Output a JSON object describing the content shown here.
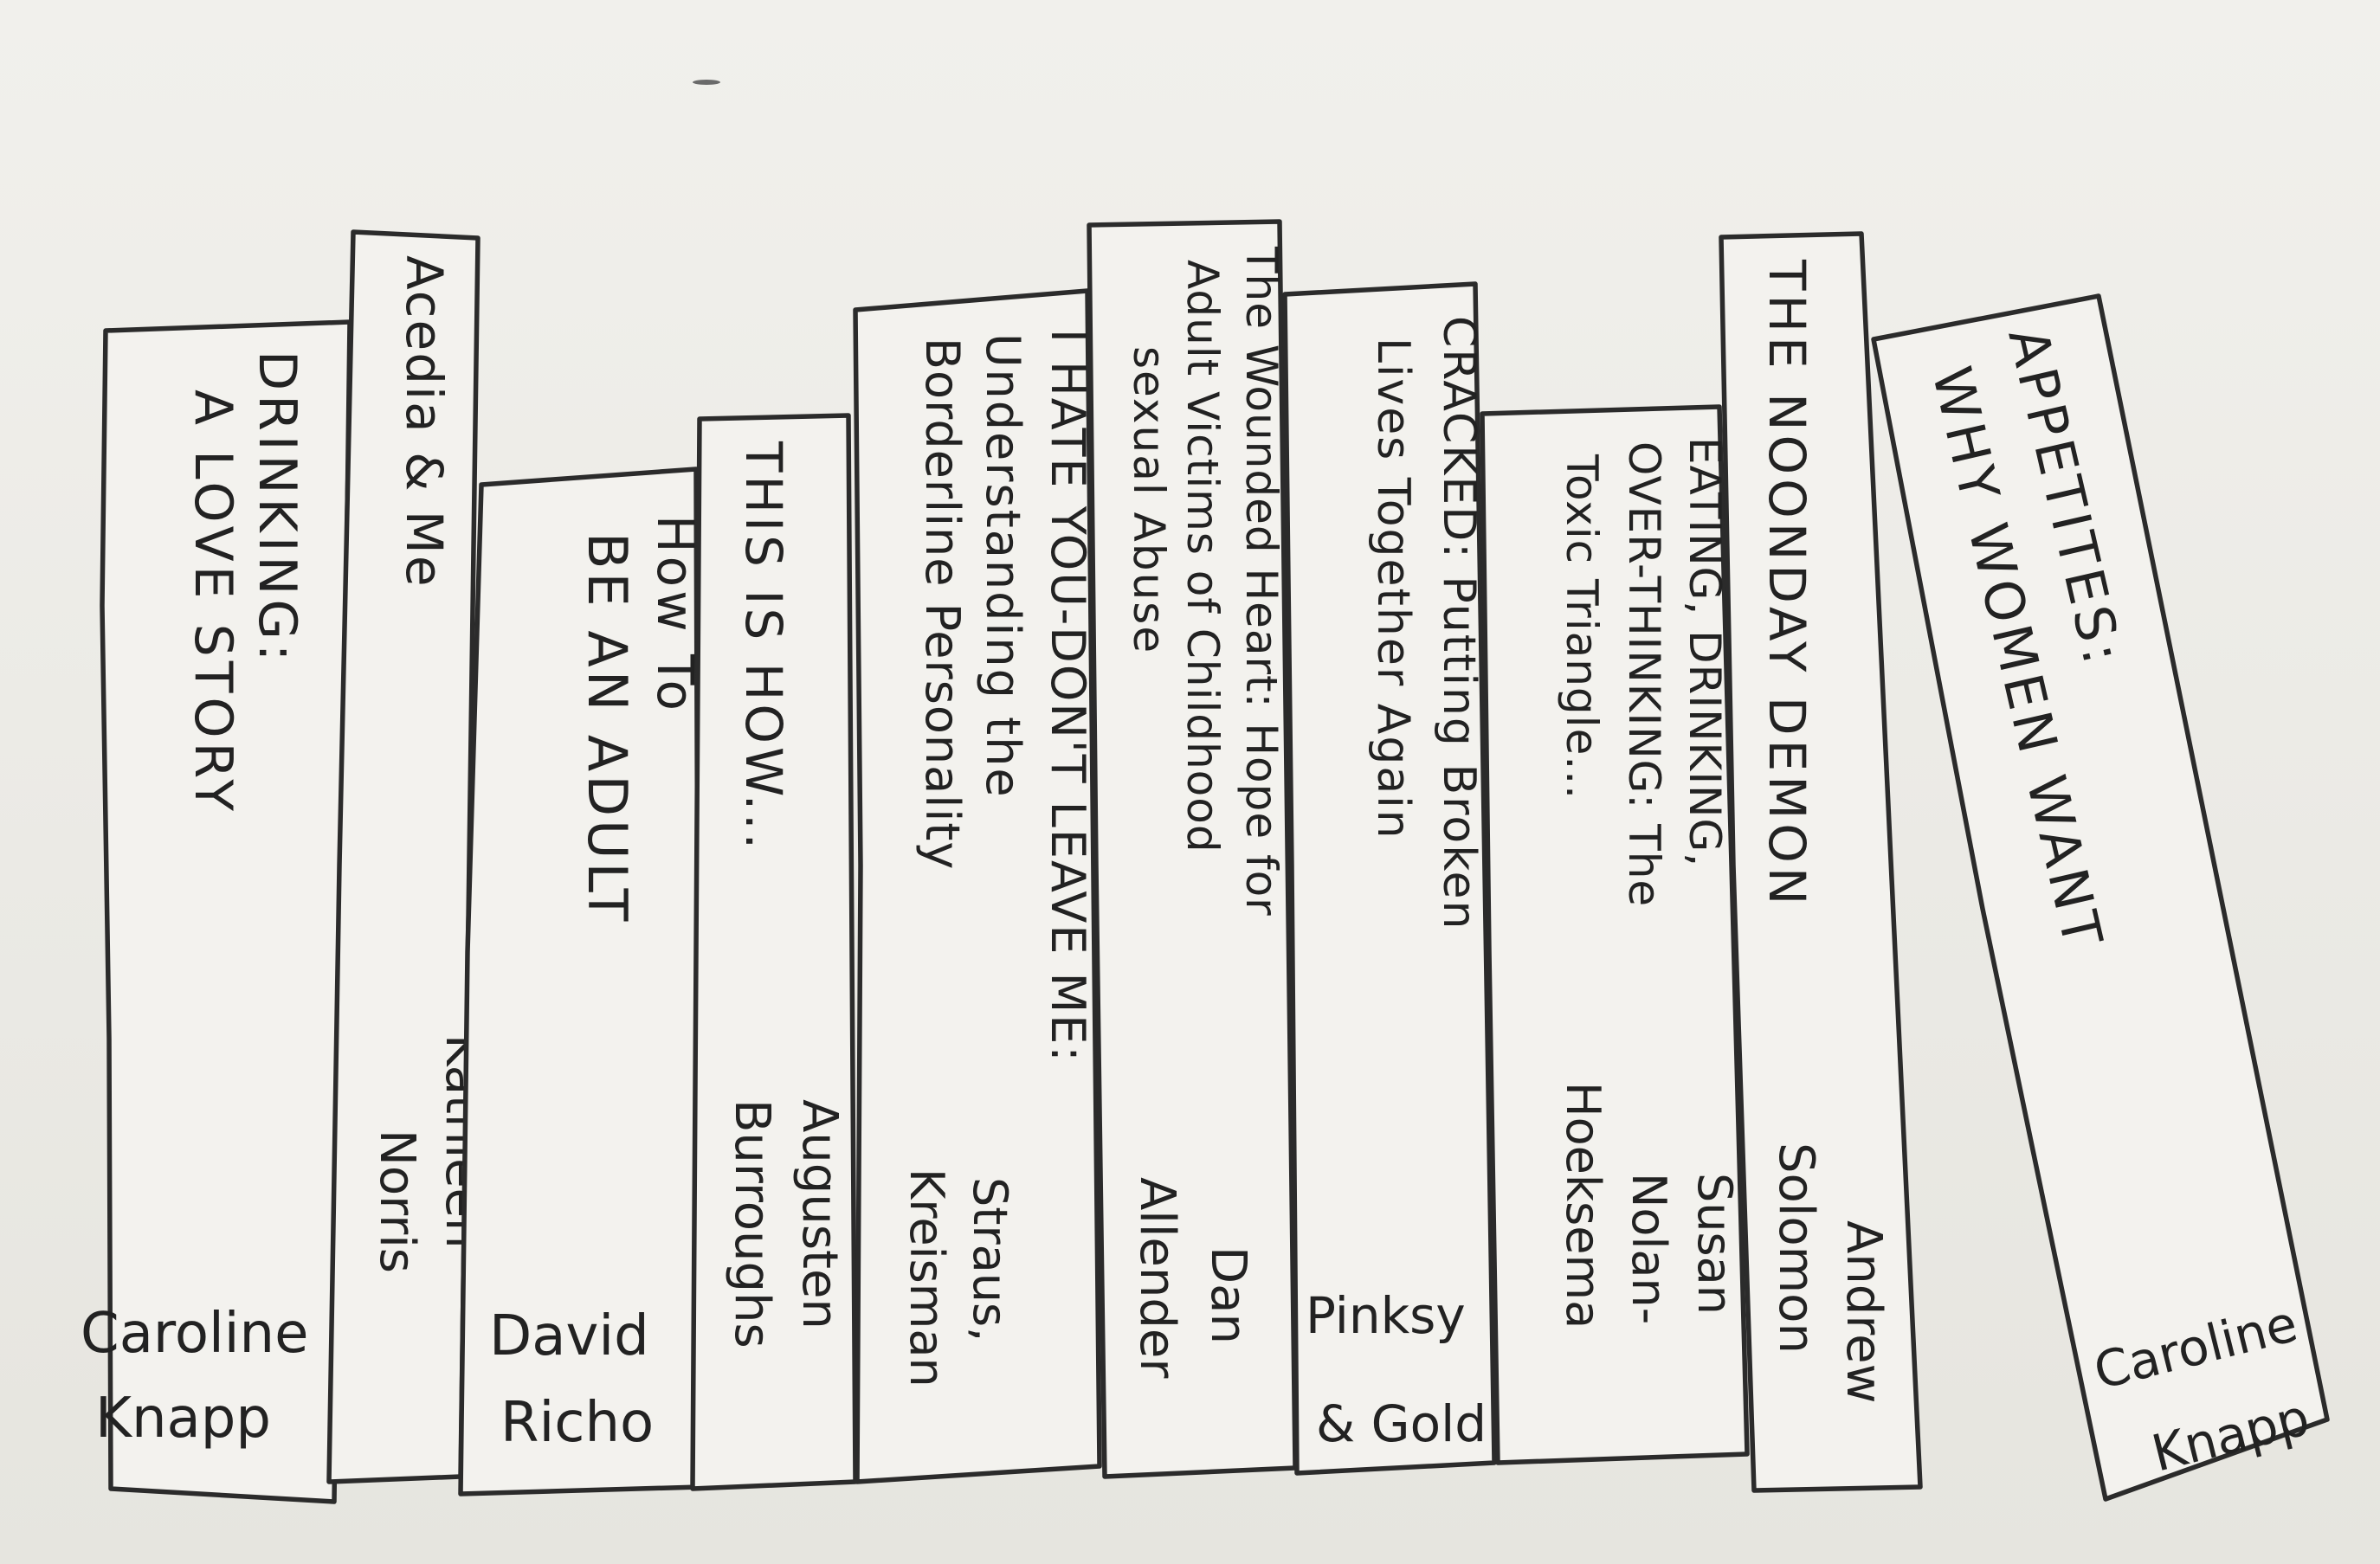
{
  "books": [
    {
      "id": "drinking",
      "title_lines": [
        "DRINKING:",
        "A LOVE STORY"
      ],
      "author_lines": [
        "Caroline",
        "Knapp"
      ]
    },
    {
      "id": "acedia",
      "title_lines": [
        "Acedia & Me"
      ],
      "author_lines": [
        "Kathleen",
        "Norris"
      ]
    },
    {
      "id": "how-to-be-an-adult",
      "title_lines": [
        "How To",
        "BE AN ADULT"
      ],
      "author_lines": [
        "David",
        "Richo"
      ]
    },
    {
      "id": "this-is-how",
      "title_lines": [
        "THIS IS HOW..."
      ],
      "author_lines": [
        "Augusten",
        "Burroughs"
      ]
    },
    {
      "id": "i-hate-you",
      "title_lines": [
        "I HATE YOU-DON'T LEAVE ME:",
        "Understanding the",
        "Borderline Personality"
      ],
      "author_lines": [
        "Straus,",
        "Kreisman"
      ]
    },
    {
      "id": "wounded-heart",
      "title_lines": [
        "The Wounded Heart: Hope for",
        "Adult Victims of Childhood",
        "sexual Abuse"
      ],
      "author_lines": [
        "Dan",
        "Allender"
      ]
    },
    {
      "id": "cracked",
      "title_lines": [
        "CRACKED: Putting Broken",
        "Lives Together Again"
      ],
      "author_lines": [
        "Pinksy",
        "& Gold"
      ]
    },
    {
      "id": "eating-drinking",
      "title_lines": [
        "EATING, DRINKING,",
        "OVER-THINKING: The",
        "Toxic Triangle..."
      ],
      "author_lines": [
        "Susan",
        "Nolan-",
        "Hoeksema"
      ]
    },
    {
      "id": "noonday-demon",
      "title_lines": [
        "THE NOONDAY DEMON"
      ],
      "author_lines": [
        "Andrew",
        "Solomon"
      ]
    },
    {
      "id": "appetites",
      "title_lines": [
        "APPETITES:",
        "WHY WOMEN WANT"
      ],
      "author_lines": [
        "Caroline",
        "Knapp"
      ]
    }
  ]
}
